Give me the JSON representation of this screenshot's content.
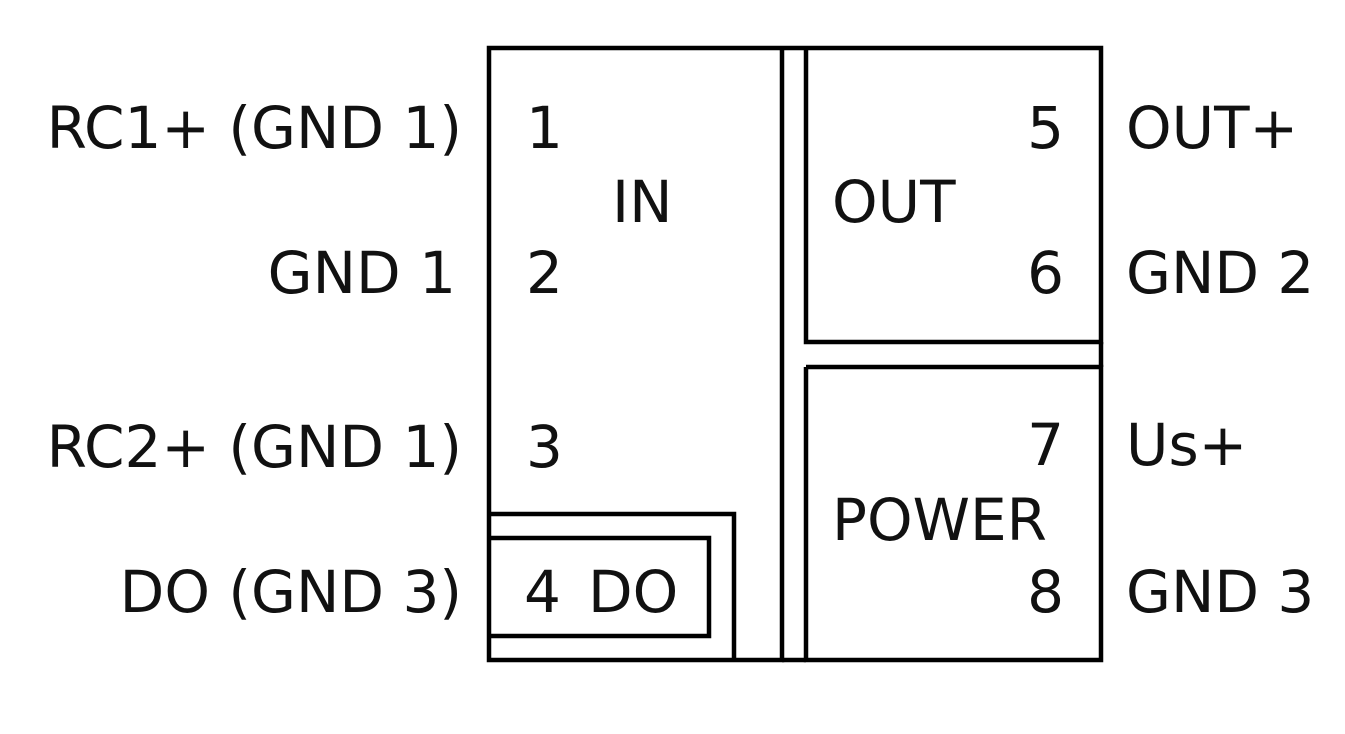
{
  "diagram": {
    "type": "terminal-pinout",
    "colors": {
      "line": "#000000",
      "text": "#111111",
      "background": "#ffffff"
    },
    "blocks": {
      "in": {
        "label": "IN",
        "pins": [
          "1",
          "2",
          "3"
        ]
      },
      "do": {
        "label": "DO",
        "pin": "4"
      },
      "out": {
        "label": "OUT",
        "pins": [
          "5",
          "6"
        ]
      },
      "power": {
        "label": "POWER",
        "pins": [
          "7",
          "8"
        ]
      }
    },
    "left_labels": {
      "pin1": "RC1+ (GND 1)",
      "pin2": "GND 1",
      "pin3": "RC2+ (GND 1)",
      "pin4": "DO (GND 3)"
    },
    "right_labels": {
      "pin5": "OUT+",
      "pin6": "GND 2",
      "pin7": "Us+",
      "pin8": "GND 3"
    }
  }
}
